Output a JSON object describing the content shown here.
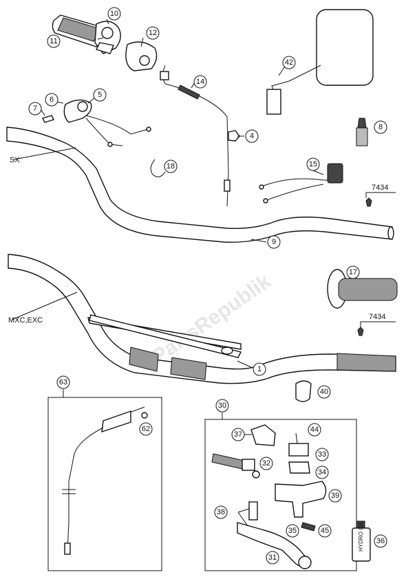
{
  "watermark": "PartsRepublik",
  "labels": {
    "sx": "SX",
    "mxc_exc": "MXC,EXC",
    "code_upper": "7434",
    "code_lower": "7434",
    "bottle_text": "HYDRO OIL"
  },
  "callouts": [
    "1",
    "4",
    "5",
    "6",
    "7",
    "8",
    "9",
    "10",
    "11",
    "12",
    "14",
    "15",
    "17",
    "18",
    "30",
    "31",
    "32",
    "33",
    "34",
    "35",
    "36",
    "37",
    "38",
    "39",
    "40",
    "42",
    "44",
    "45",
    "62",
    "63"
  ]
}
